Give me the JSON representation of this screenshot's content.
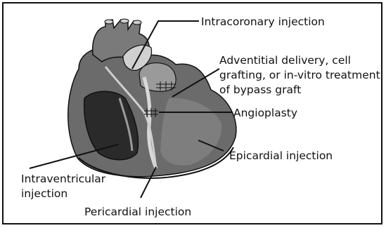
{
  "diagram": {
    "labels": {
      "intracoronary": "Intracoronary injection",
      "adventitial": "Adventitial delivery, cell\ngrafting, or in-vitro treatment\nof bypass graft",
      "angioplasty": "Angioplasty",
      "epicardial": "Epicardial injection",
      "intraventricular": "Intraventricular\ninjection",
      "pericardial": "Pericardial injection"
    },
    "colors": {
      "heart_fill": "#6b6b6b",
      "heart_light": "#bdbdbd",
      "heart_dark": "#2a2a2a",
      "stroke": "#111111"
    }
  }
}
